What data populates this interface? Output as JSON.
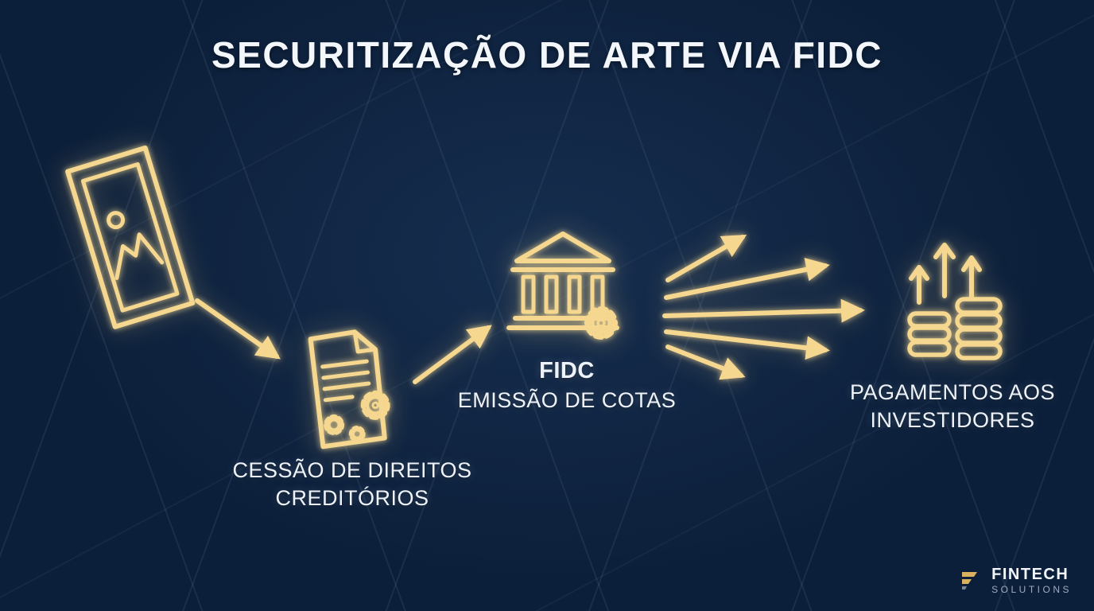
{
  "title": "SECURITIZAÇÃO DE ARTE VIA FIDC",
  "steps": {
    "artwork": {
      "icon": "picture-frame-icon"
    },
    "cessao": {
      "line1": "CESSÃO DE DIREITOS",
      "line2": "CREDITÓRIOS",
      "icon": "document-gears-icon"
    },
    "fidc": {
      "line1": "FIDC",
      "line2": "EMISSÃO DE COTAS",
      "icon": "bank-building-gear-icon"
    },
    "pagamentos": {
      "line1": "PAGAMENTOS AOS",
      "line2": "INVESTIDORES",
      "icon": "coins-growth-arrows-icon"
    }
  },
  "logo": {
    "brand": "FINTECH",
    "tagline": "SOLUTIONS",
    "icon": "fintech-logo-icon"
  },
  "colors": {
    "background": "#0c1f3a",
    "gold": "#f5d78f",
    "text": "#eef3f9",
    "logo_tagline": "#9fabbd"
  }
}
